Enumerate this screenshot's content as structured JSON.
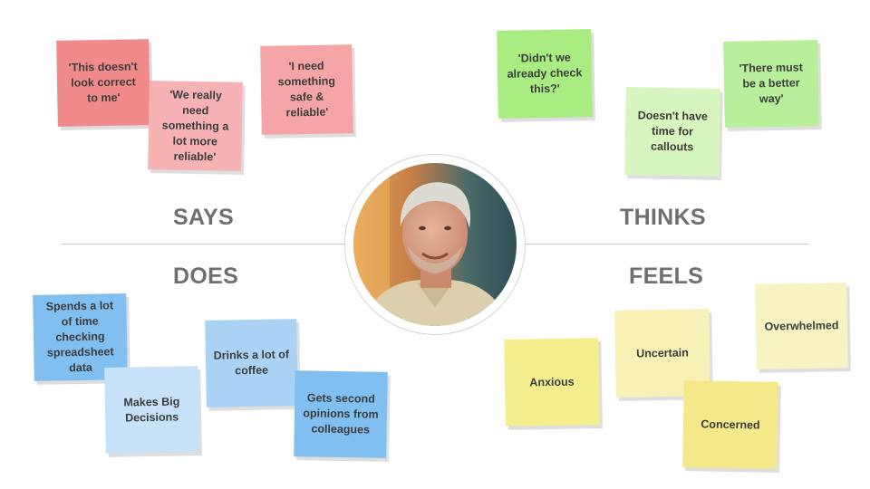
{
  "colors": {
    "says_dark": "#f18b8b",
    "says_light": "#f7b3b3",
    "thinks_dark": "#a9ec82",
    "thinks_light": "#d7f5bf",
    "does_dark": "#80bff0",
    "does_light": "#c6e1f8",
    "feels": "#f6f0a1",
    "label": "#6f6f6f"
  },
  "quadrants": {
    "says": {
      "label": "SAYS",
      "notes": [
        "'This doesn't look correct to me'",
        "'We really need something a lot more reliable'",
        "'I need something safe & reliable'"
      ]
    },
    "thinks": {
      "label": "THINKS",
      "notes": [
        "'Didn't we already check this?'",
        "Doesn't have time for callouts",
        "'There must be a better way'"
      ]
    },
    "does": {
      "label": "DOES",
      "notes": [
        "Spends a lot of time checking spreadsheet data",
        "Makes Big Decisions",
        "Drinks a lot of coffee",
        "Gets second opinions from colleagues"
      ]
    },
    "feels": {
      "label": "FEELS",
      "notes": [
        "Anxious",
        "Uncertain",
        "Overwhelmed",
        "Concerned"
      ]
    }
  },
  "center": {
    "icon": "person-photo-icon"
  }
}
